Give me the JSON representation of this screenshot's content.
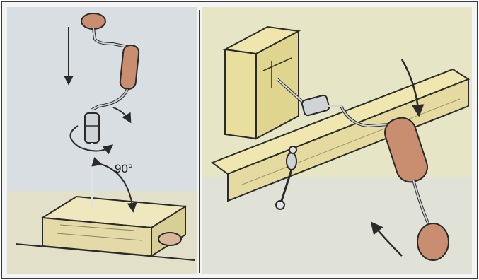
{
  "illustration": {
    "panels": [
      {
        "id": "left",
        "subject": "brace-drilling-vertical"
      },
      {
        "id": "right",
        "subject": "brace-drilling-horizontal"
      }
    ],
    "angle_label": "90°",
    "colors": {
      "outline": "#2a2a2a",
      "handle": "#c98d6f",
      "wood": "#e9e2b4",
      "background_left": "#d9dee3",
      "background_right": "#e6e6c6",
      "metal": "#cfd3d6"
    },
    "icons": [
      "arrow-down-icon",
      "rotation-arrow-icon",
      "angle-arc-icon",
      "curved-arrow-icon"
    ]
  }
}
